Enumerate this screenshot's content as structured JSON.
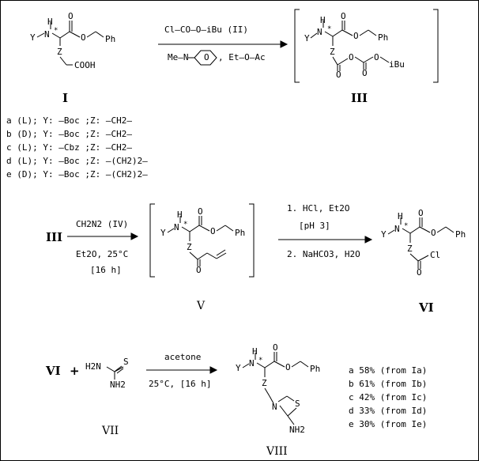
{
  "compound_labels": {
    "I": "I",
    "III": "III",
    "III_ref": "III",
    "V": "V",
    "VI": "VI",
    "VI_ref": "VI",
    "VII": "VII",
    "VIII": "VIII"
  },
  "reagents": {
    "step1_top": "Cl–CO–O–iBu  (II)",
    "step1_base": "Me–N",
    "step1_solvent": ",  Et–O–Ac",
    "step2_reagent": "CH2N2  (IV)",
    "step2_solvent": "Et2O,  25°C",
    "step2_time": "[16 h]",
    "step3_line1": "1. HCl, Et2O",
    "step3_line2": "[pH 3]",
    "step3_line3": "2. NaHCO3, H2O",
    "step4_solvent": "acetone",
    "step4_cond": "25°C, [16 h]",
    "plus": "+"
  },
  "atoms": {
    "H": "H",
    "N": "N",
    "Y": "Y",
    "Z": "Z",
    "O": "O",
    "Ph": "Ph",
    "star": "*",
    "COOH": "COOH",
    "iBu": "iBu",
    "Cl": "Cl",
    "S": "S",
    "H2N": "H2N",
    "NH2": "NH2"
  },
  "variants": [
    "a (L);  Y: —Boc ;Z: —CH2—",
    "b (D);  Y: —Boc ;Z: —CH2—",
    "c (L);  Y: —Cbz ;Z: —CH2—",
    "d (L);  Y: —Boc ;Z: —(CH2)2—",
    "e (D);  Y: —Boc ;Z: —(CH2)2—"
  ],
  "yields": [
    "a 58% (from Ia)",
    "b 61% (from Ib)",
    "c 42% (from Ic)",
    "d 33% (from Id)",
    "e 30% (from Ie)"
  ]
}
